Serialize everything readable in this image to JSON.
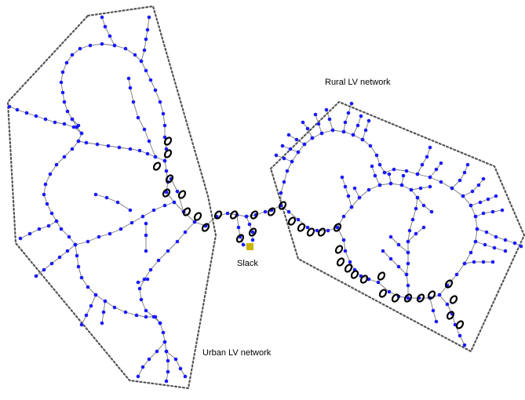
{
  "labels": {
    "rural": "Rural LV network",
    "urban": "Urban LV network",
    "slack": "Slack"
  },
  "colors": {
    "node": "#1a1aff",
    "edge": "#777777",
    "boundary": "#555555",
    "marker_ring": "#000000",
    "slack": "#c8b400"
  },
  "icons": {
    "bus": "blue-dot",
    "marked_bus": "black-ring",
    "slack_bus": "olive-square"
  }
}
